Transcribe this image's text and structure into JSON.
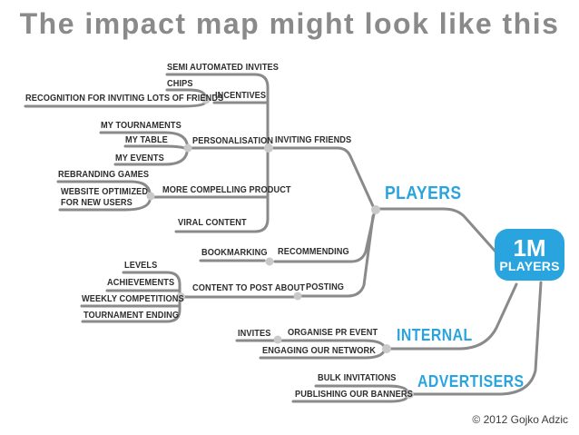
{
  "slide": {
    "title": "The impact map might look like this",
    "copyright": "© 2012 Gojko Adzic"
  },
  "colors": {
    "accent_blue": "#29a4de",
    "line_gray": "#8a8a8a",
    "title_gray": "#8a8a8a",
    "ink": "#2d2d2d",
    "dot_gray": "#c9c9c9",
    "bg": "#ffffff"
  },
  "map": {
    "goal": {
      "line1": "1M",
      "line2": "PLAYERS"
    },
    "actors": {
      "players": "PLAYERS",
      "internal": "INTERNAL",
      "advertisers": "ADVERTISERS"
    },
    "labels": {
      "semi_automated_invites": "SEMI AUTOMATED INVITES",
      "chips": "CHIPS",
      "recognition": "RECOGNITION FOR INVITING LOTS OF FRIENDS",
      "incentives": "INCENTIVES",
      "my_tournaments": "MY TOURNAMENTS",
      "my_table": "MY TABLE",
      "my_events": "MY EVENTS",
      "personalisation": "PERSONALISATION",
      "inviting_friends": "INVITING FRIENDS",
      "rebranding_games": "REBRANDING GAMES",
      "website_optimized": "WEBSITE OPTIMIZED\nFOR NEW USERS",
      "more_compelling_product": "MORE COMPELLING PRODUCT",
      "viral_content": "VIRAL CONTENT",
      "bookmarking": "BOOKMARKING",
      "recommending": "RECOMMENDING",
      "levels": "LEVELS",
      "achievements": "ACHIEVEMENTS",
      "weekly_competitions": "WEEKLY COMPETITIONS",
      "tournament_ending": "TOURNAMENT ENDING",
      "content_to_post_about": "CONTENT TO POST ABOUT",
      "posting": "POSTING",
      "invites": "INVITES",
      "organise_pr_event": "ORGANISE PR EVENT",
      "engaging_our_network": "ENGAGING OUR NETWORK",
      "bulk_invitations": "BULK INVITATIONS",
      "publishing_our_banners": "PUBLISHING OUR BANNERS"
    }
  }
}
